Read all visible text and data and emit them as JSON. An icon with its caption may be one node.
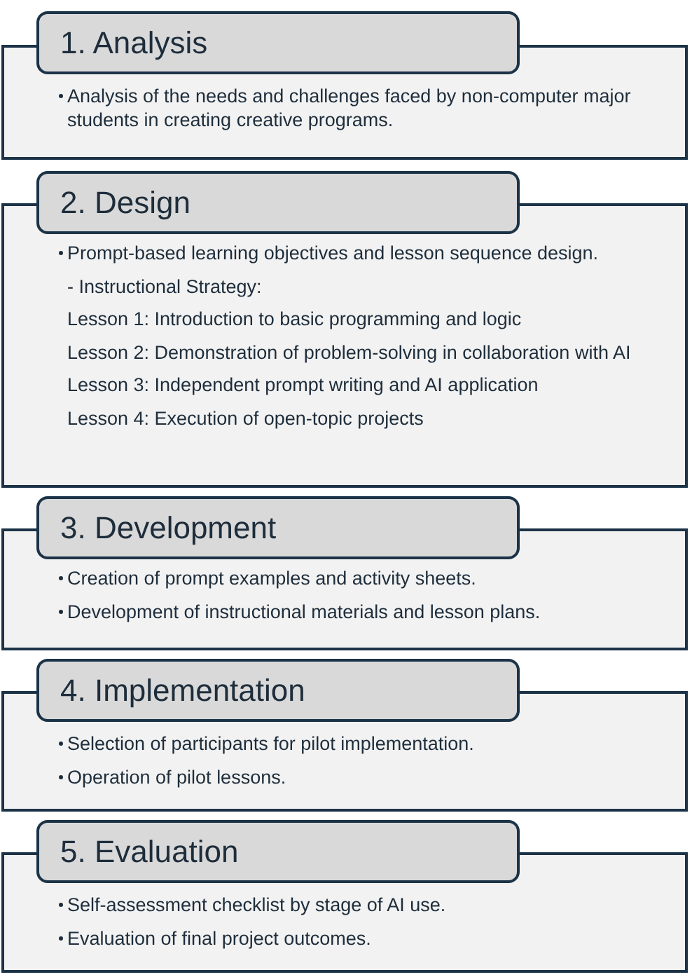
{
  "diagram": {
    "nodes": [
      {
        "text": [
          "1. Analysis"
        ]
      },
      {
        "text": [
          "Analysis of the needs and challenges faced by non-computer major students in creating creative programs."
        ]
      },
      {
        "text": [
          "2. Design"
        ]
      },
      {
        "text": [
          "Prompt-based learning objectives and lesson sequence design.",
          "- Instructional Strategy:",
          "Lesson 1: Introduction to basic programming and logic",
          "Lesson 2: Demonstration of problem-solving in collaboration with AI",
          "Lesson 3: Independent prompt writing and AI application",
          "Lesson 4: Execution of open-topic projects"
        ]
      },
      {
        "text": [
          "3. Development"
        ]
      },
      {
        "text": [
          "Creation of prompt examples and activity sheets.",
          "Development of instructional materials and lesson plans."
        ]
      },
      {
        "text": [
          "4. Implementation"
        ]
      },
      {
        "text": [
          "Selection of participants for pilot implementation.",
          "Operation of pilot lessons."
        ]
      },
      {
        "text": [
          "5. Evaluation"
        ]
      },
      {
        "text": [
          "Self-assessment checklist by stage of AI use.",
          "Evaluation of final project outcomes."
        ]
      }
    ]
  }
}
